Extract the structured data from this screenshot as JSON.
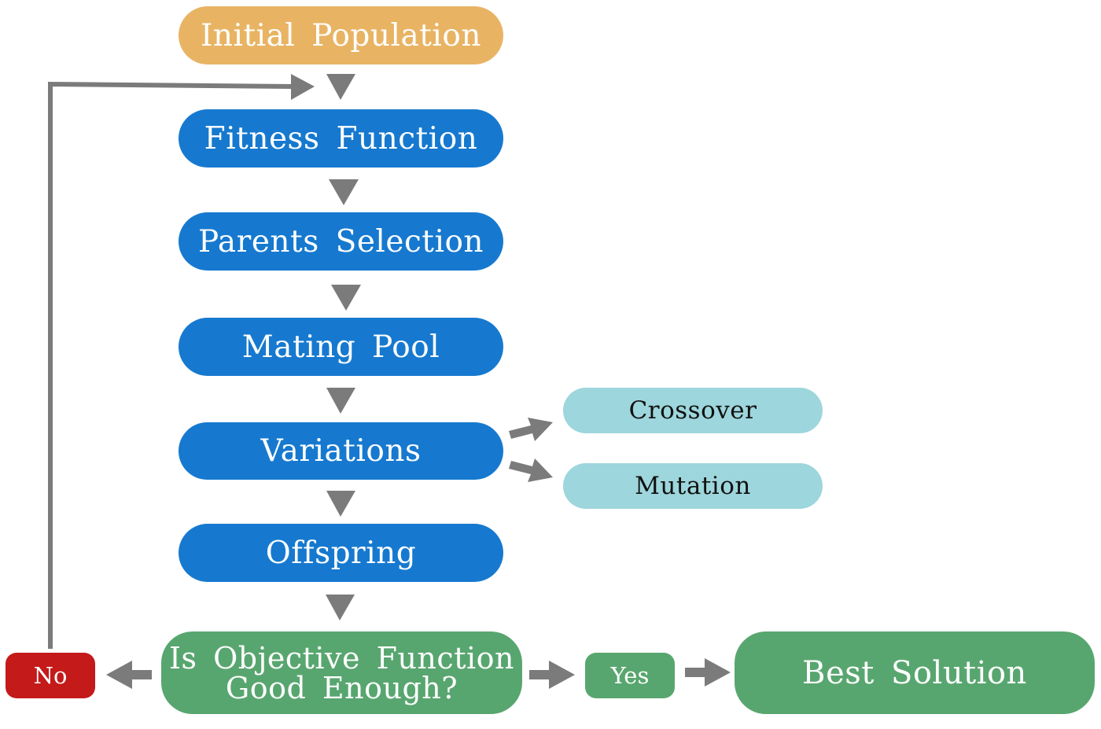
{
  "nodes": {
    "initial_population": "Initial Population",
    "fitness_function": "Fitness Function",
    "parents_selection": "Parents Selection",
    "mating_pool": "Mating Pool",
    "variations": "Variations",
    "crossover": "Crossover",
    "mutation": "Mutation",
    "offspring": "Offspring",
    "objective_line1": "Is Objective Function",
    "objective_line2": "Good Enough?",
    "yes": "Yes",
    "best_solution": "Best Solution",
    "no": "No"
  },
  "colors": {
    "start": "#E8B464",
    "process": "#1679CF",
    "variation_option": "#9DD6DC",
    "decision": "#58A66F",
    "negative": "#C41A1A",
    "arrow": "#7B7B7B"
  }
}
